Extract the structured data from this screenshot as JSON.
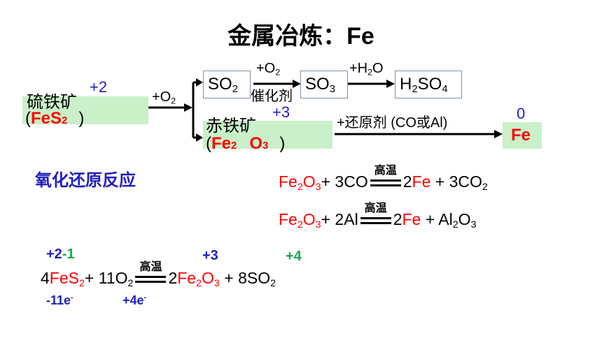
{
  "title": "金属冶炼：Fe",
  "pyrite": {
    "name": "硫铁矿",
    "open": "(",
    "formula_a": "FeS",
    "formula_sub": "2",
    "close": ")",
    "ox": "+2"
  },
  "hematite": {
    "name": "赤铁矿",
    "open": "(",
    "fe": "Fe",
    "fe_sub": "2",
    "o": "O",
    "o_sub": "3",
    "close": ")",
    "ox": "+3"
  },
  "step1": {
    "label_pre": "+O",
    "label_sub": "2"
  },
  "so2_box": {
    "a": "SO",
    "sub": "2"
  },
  "step2": {
    "label_pre": "+O",
    "label_sub": "2",
    "catalyst": "催化剂"
  },
  "so3_box": {
    "a": "SO",
    "sub": "3"
  },
  "step3": {
    "label_pre": "+H",
    "label_sub": "2",
    "label_post": "O"
  },
  "h2so4_box": {
    "a": "H",
    "sub1": "2",
    "b": "SO",
    "sub2": "4"
  },
  "reduce": {
    "label": "+还原剂 (CO或Al)"
  },
  "fe_product": {
    "label": "Fe",
    "ox": "0"
  },
  "redox_heading": "氧化还原反应",
  "eq1": {
    "fe": "Fe",
    "s1": "2",
    "o": "O",
    "s2": "3",
    "plus1": "+ 3CO",
    "cond": "高温",
    "coef": "2",
    "fe2": "Fe",
    "plus2": " + 3CO",
    "s3": "2"
  },
  "eq2": {
    "fe": "Fe",
    "s1": "2",
    "o": "O",
    "s2": "3",
    "plus1": "+ 2Al",
    "cond": "高温",
    "coef": "2",
    "fe2": "Fe",
    "plus2": " + Al",
    "s3": "2",
    "o2": "O",
    "s4": "3"
  },
  "eq3": {
    "coef1": "4",
    "fes": "FeS",
    "s1": "2",
    "plus1": "+ 11O",
    "s2": "2",
    "cond": "高温",
    "coef2": "2",
    "fe": "Fe",
    "s3": "2",
    "o": "O",
    "s4": "3",
    "plus2": " + 8SO",
    "s5": "2",
    "ox_fe": "+2",
    "ox_s": "-1",
    "ox_fe_prod": "+3",
    "ox_s_prod": "+4",
    "e_loss": "-11e",
    "e_gain": "+4e",
    "e_sup": "-"
  }
}
